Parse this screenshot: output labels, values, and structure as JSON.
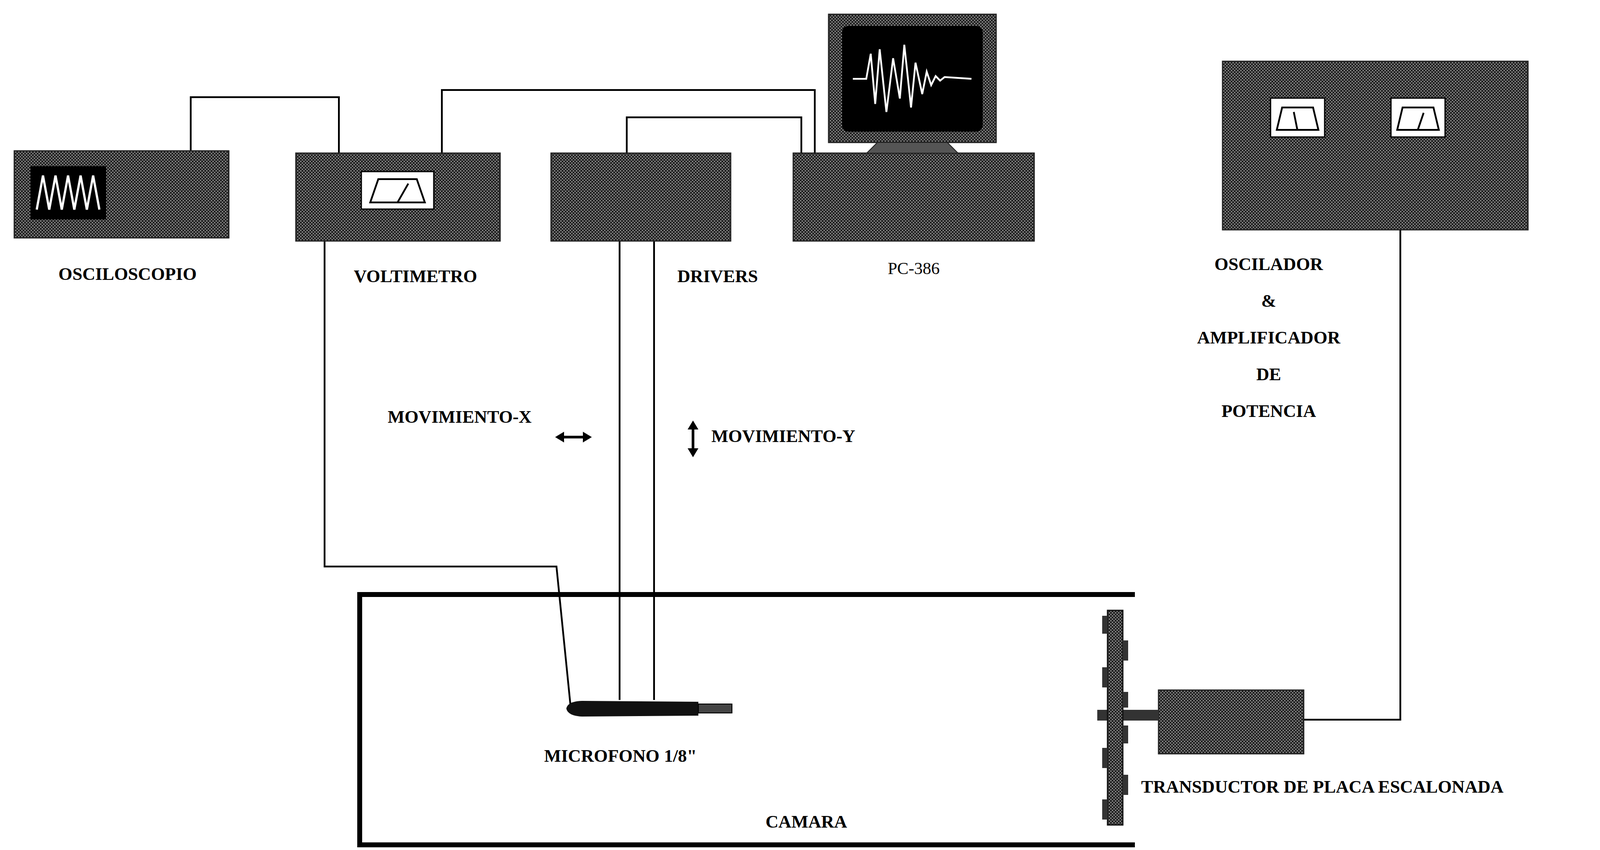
{
  "diagram": {
    "nodes": [
      {
        "text": [
          "OSCILOSCOPIO"
        ]
      },
      {
        "text": [
          "VOLTIMETRO"
        ]
      },
      {
        "text": [
          "DRIVERS"
        ]
      },
      {
        "text": [
          "PC-386"
        ]
      },
      {
        "text": [
          "OSCILADOR & AMPLIFICADOR DE POTENCIA"
        ]
      },
      {
        "text": [
          "CAMARA"
        ]
      },
      {
        "text": [
          "MICROFONO 1/8\""
        ],
        "in": 5
      },
      {
        "text": [
          "TRANSDUCTOR DE PLACA ESCALONADA"
        ]
      }
    ],
    "edges": [
      {
        "from": 0,
        "to": 1,
        "arrow": "none"
      },
      {
        "from": 1,
        "to": 3,
        "arrow": "none"
      },
      {
        "from": 2,
        "to": 3,
        "arrow": "none"
      },
      {
        "from": 1,
        "to": 6,
        "arrow": "none"
      },
      {
        "from": 2,
        "to": 6,
        "arrow": "none"
      },
      {
        "from": 4,
        "to": 7,
        "arrow": "none"
      }
    ],
    "labels": [
      "MOVIMIENTO-X",
      "MOVIMIENTO-Y"
    ]
  }
}
